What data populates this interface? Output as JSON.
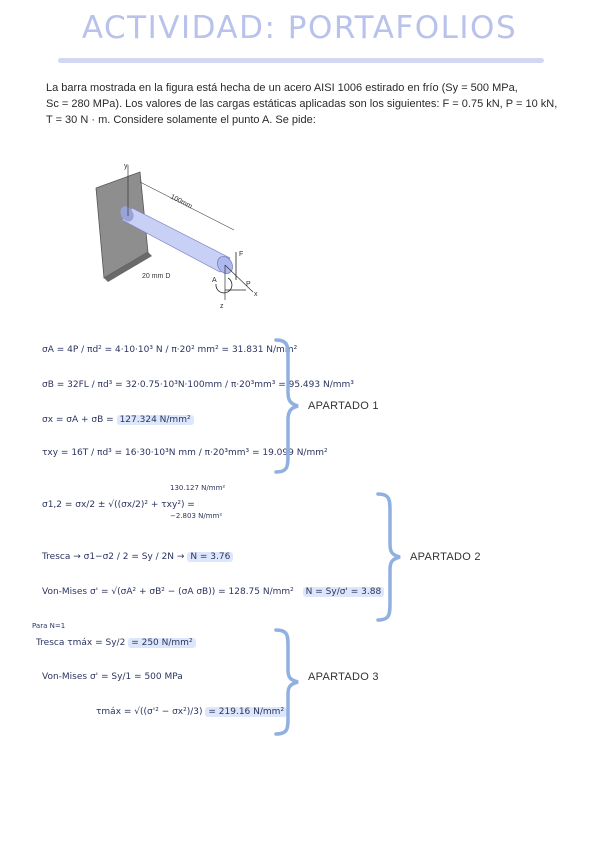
{
  "header": {
    "title": "ACTIVIDAD: PORTAFOLIOS"
  },
  "intro": {
    "line1": "La barra mostrada en la figura está hecha de un acero AISI 1006 estirado en frío (Sy = 500 MPa,",
    "line2": "Sc = 280 MPa). Los valores de las cargas estáticas aplicadas son los siguientes: F = 0.75 kN, P = 10 kN,",
    "line3": "T = 30 N · m. Considere solamente el punto A. Se pide:"
  },
  "figure": {
    "labels": {
      "y": "y",
      "length": "100mm",
      "diameter": "20 mm D",
      "z": "z",
      "x": "x",
      "a": "A",
      "f": "F",
      "p": "P"
    }
  },
  "section1": {
    "label": "APARTADO 1",
    "eq1": "σA = 4P / πd² = 4·10·10³ N / π·20² mm² = 31.831 N/mm²",
    "eq2": "σB = 32FL / πd³ = 32·0.75·10³N·100mm / π·20³mm³ = 95.493 N/mm³",
    "eq3_lhs": "σx = σA + σB =",
    "eq3_val": "127.324 N/mm²",
    "eq4": "τxy = 16T / πd³ = 16·30·10³N mm / π·20³mm³ = 19.099 N/mm²"
  },
  "section2": {
    "label": "APARTADO 2",
    "eq1": "σ1,2 = σx/2 ± √((σx/2)² + τxy²) =",
    "root1": "130.127 N/mm²",
    "root2": "−2.803 N/mm²",
    "tresca_lhs": "Tresca → σ1−σ2 / 2 = Sy / 2N →",
    "tresca_val": "N = 3.76",
    "vm_lhs": "Von-Mises  σ' = √(σA² + σB² − (σA σB)) = 128.75 N/mm²",
    "vm_val": "N = Sy/σ' = 3.88"
  },
  "section3": {
    "label": "APARTADO 3",
    "sub": "Para N=1",
    "tresca_lhs": "Tresca  τmáx = Sy/2",
    "tresca_val": "= 250 N/mm²",
    "vm_lhs": "Von-Mises  σ' = Sy/1 = 500",
    "vm_unit": "MPa",
    "tau_lhs": "τmáx = √((σ'² − σx²)/3)",
    "tau_val": "= 219.16 N/mm²"
  },
  "colors": {
    "title": "#b8c2ea",
    "ink": "#2b3460",
    "highlight": "#dce7fb",
    "brace": "#8fb0e0"
  }
}
